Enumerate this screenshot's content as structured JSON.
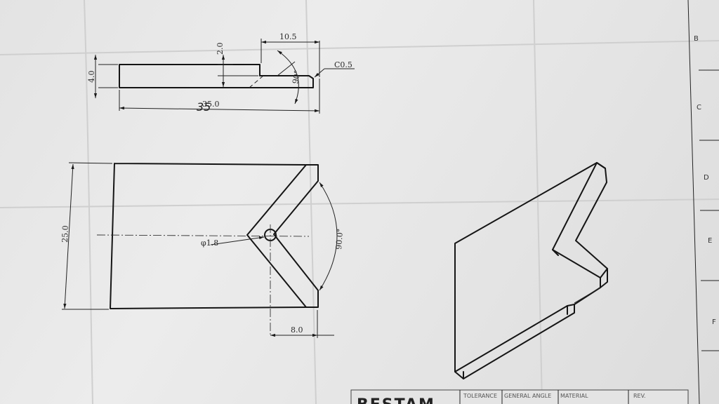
{
  "drawing": {
    "dimensions": {
      "top_width": "10.5",
      "step_height": "2.0",
      "thickness": "4.0",
      "chamfer": "C0.5",
      "overall_length": "35.0",
      "overall_length_handwritten": "35",
      "angle_small": "90°",
      "height": "25.0",
      "hole_diameter": "φ1.8",
      "notch_angle": "90.0°",
      "offset": "8.0"
    },
    "border_letters": [
      "B",
      "C",
      "D",
      "E",
      "F"
    ],
    "title_block": {
      "company": "BESTAM",
      "tolerance": "TOLERANCE",
      "general": "GENERAL ANGLE",
      "material": "MATERIAL",
      "rev": "REV."
    }
  }
}
